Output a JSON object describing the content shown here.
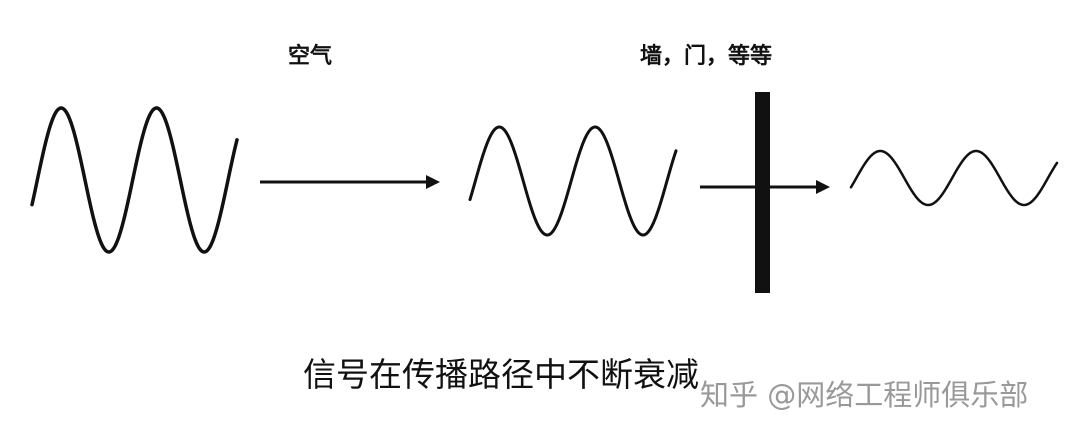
{
  "labels": {
    "air": "空气",
    "obstacle": "墙，门，等等"
  },
  "caption": "信号在传播路径中不断衰减",
  "watermark": "知乎 @网络工程师俱乐部",
  "colors": {
    "ink": "#111111",
    "watermark": "#8f8f8f",
    "background": "#ffffff"
  }
}
